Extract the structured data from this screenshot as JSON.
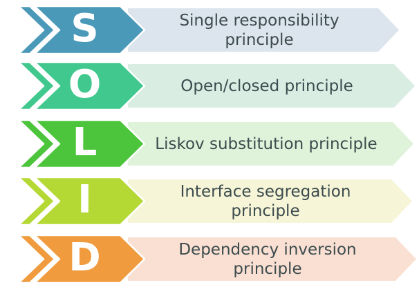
{
  "diagram": {
    "acronym": "SOLID",
    "text_color": "#3c4b4d",
    "letter_color": "#ffffff",
    "background_color": "#ffffff",
    "outline_color": "#ffffff",
    "rows": [
      {
        "letter": "S",
        "label_line1": "Single responsibility",
        "label_line2": "principle",
        "arrow_color": "#4a99b9",
        "banner_color": "#dce5ed"
      },
      {
        "letter": "O",
        "label_line1": "Open/closed principle",
        "arrow_color": "#41c88e",
        "banner_color": "#d9ede3"
      },
      {
        "letter": "L",
        "label_line1": "Liskov substitution principle",
        "arrow_color": "#4cc53c",
        "banner_color": "#dff2da"
      },
      {
        "letter": "I",
        "label_line1": "Interface segregation",
        "label_line2": "principle",
        "arrow_color": "#b4d834",
        "banner_color": "#f6f5d8"
      },
      {
        "letter": "D",
        "label_line1": "Dependency inversion",
        "label_line2": "principle",
        "arrow_color": "#f09b3d",
        "banner_color": "#fae0d3"
      }
    ]
  }
}
